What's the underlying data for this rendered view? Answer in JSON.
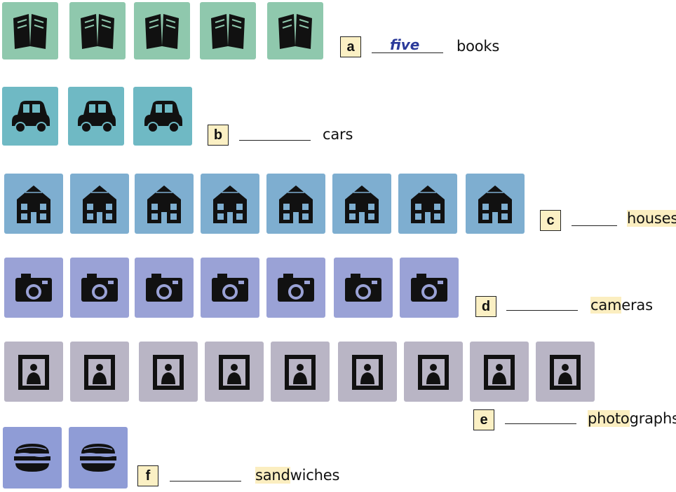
{
  "exercise": {
    "items": [
      {
        "letter": "a",
        "answer": "five",
        "word": "books"
      },
      {
        "letter": "b",
        "answer": "",
        "word": "cars"
      },
      {
        "letter": "c",
        "answer": "",
        "word_highlight": "houses",
        "word_rest": ""
      },
      {
        "letter": "d",
        "answer": "",
        "word_highlight": "cam",
        "word_rest": "eras"
      },
      {
        "letter": "e",
        "answer": "",
        "word_highlight": "photo",
        "word_rest": "graphs"
      },
      {
        "letter": "f",
        "answer": "",
        "word_highlight": "sand",
        "word_rest": "wiches"
      }
    ]
  },
  "pictures": {
    "books": {
      "icon": "book-icon",
      "count": 5,
      "color": "#8fc8ad"
    },
    "cars": {
      "icon": "car-icon",
      "count": 3,
      "color": "#6fb9c4"
    },
    "houses": {
      "icon": "house-icon",
      "count": 8,
      "color": "#7eaed0"
    },
    "cameras": {
      "icon": "camera-icon",
      "count": 7,
      "color": "#9aa2d6"
    },
    "photographs": {
      "icon": "photo-frame-icon",
      "count": 9,
      "color": "#b9b5c5"
    },
    "sandwiches": {
      "icon": "sandwich-icon",
      "count": 2,
      "color": "#8f9cd6"
    }
  },
  "colors": {
    "label_box": "#fbf0c4",
    "answer_ink": "#2b3a9a",
    "highlight": "#fbeec0"
  }
}
